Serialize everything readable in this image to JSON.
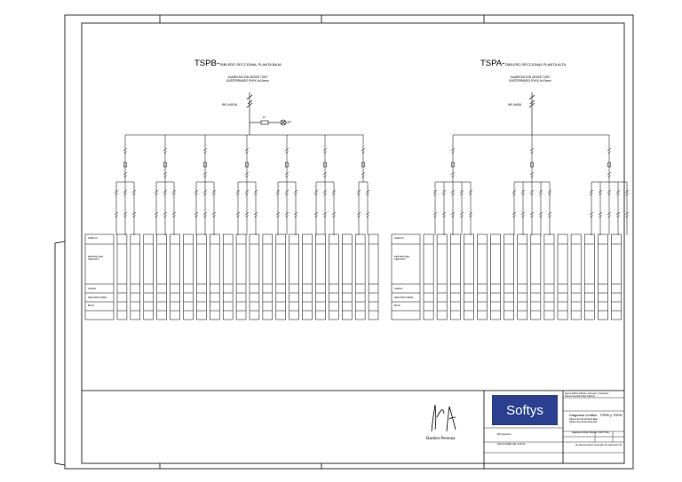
{
  "left_panel": {
    "title_main": "TSPB-",
    "title_sub": "TABLERO SECCIONAL PLANTA BAJA",
    "feed_line1": "ALIMENTACION DESDE TGBT",
    "feed_line2": "SUBTERRANEO RVKK 4x10mm²",
    "main_breaker": "INS 4x100A",
    "fuse_label": "2A",
    "lamp_label": "x3",
    "rows": [
      "LÍNEA N°",
      "DESTINO DEL CIRCUITO",
      "CARGA",
      "SECCIÓN CABLE",
      "BAJO"
    ],
    "branch_count": 7,
    "circuit_count": 20
  },
  "right_panel": {
    "title_main": "TSPA-",
    "title_sub": "TABLERO SECCIONAL PLANTA ALTA",
    "feed_line1": "ALIMENTACION DESDE TGBT",
    "feed_line2": "SUBTERRANEO RVKK 4x10mm²",
    "main_breaker": "INS 4x63A",
    "rows": [
      "LÍNEA N°",
      "DESTINO DEL CIRCUITO",
      "CARGA",
      "SECCIÓN CABLE",
      "BAJO"
    ],
    "branch_count": 3,
    "circuit_count": 15
  },
  "signature": {
    "caption": "Bastien Perenna"
  },
  "title_block": {
    "brand": "Softys",
    "client_line1": "Nuevo Edificio Oficinas, Comedor y Vestuarios",
    "client_line2": "Planta Industrial Softys Naschel",
    "drawing_title": "Diagrama Unifilar - TSPB y TSPA",
    "drawing_sub1": "Tablero Seccional Planta Baja",
    "drawing_sub2": "Tablero Seccional Planta Alta",
    "drawing_name": "Diagrama Unifilar Tableros TSPB-TSPA",
    "project": "Ethi Ingeniería",
    "contractor": "DIAZ ALVAREZ DEL SUR SA",
    "note": "Sin documentación reservada. Sin Liberación NA"
  }
}
